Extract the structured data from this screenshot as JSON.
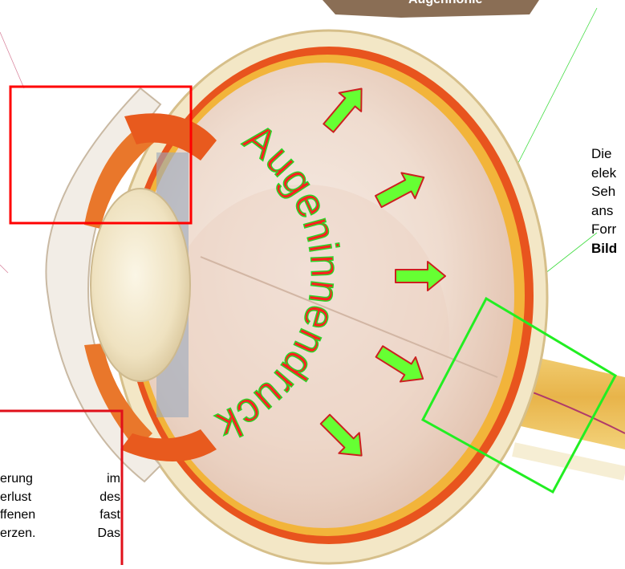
{
  "curved_label": "Augeninnendruck",
  "top_tab_label": "Augenhöhle",
  "right_text": {
    "lines": [
      "Die",
      "elek",
      "Seh",
      "ans",
      "Forr"
    ],
    "bold_line": "Bild"
  },
  "bottom_left_text": {
    "rows": [
      [
        "erung",
        "im"
      ],
      [
        "erlust",
        "des"
      ],
      [
        "ffenen",
        "fast"
      ],
      [
        "erzen.",
        "Das"
      ]
    ]
  },
  "colors": {
    "arc_text_fill": "#ff2020",
    "arc_text_stroke": "#26d926",
    "arrow_fill": "#66ff33",
    "arrow_stroke": "#cc2020",
    "box_red": "#ff0000",
    "box_green": "#22ee22",
    "sclera": "#f3e7c6",
    "choroid": "#e8541e",
    "vitreous": "#f1e1d6"
  }
}
